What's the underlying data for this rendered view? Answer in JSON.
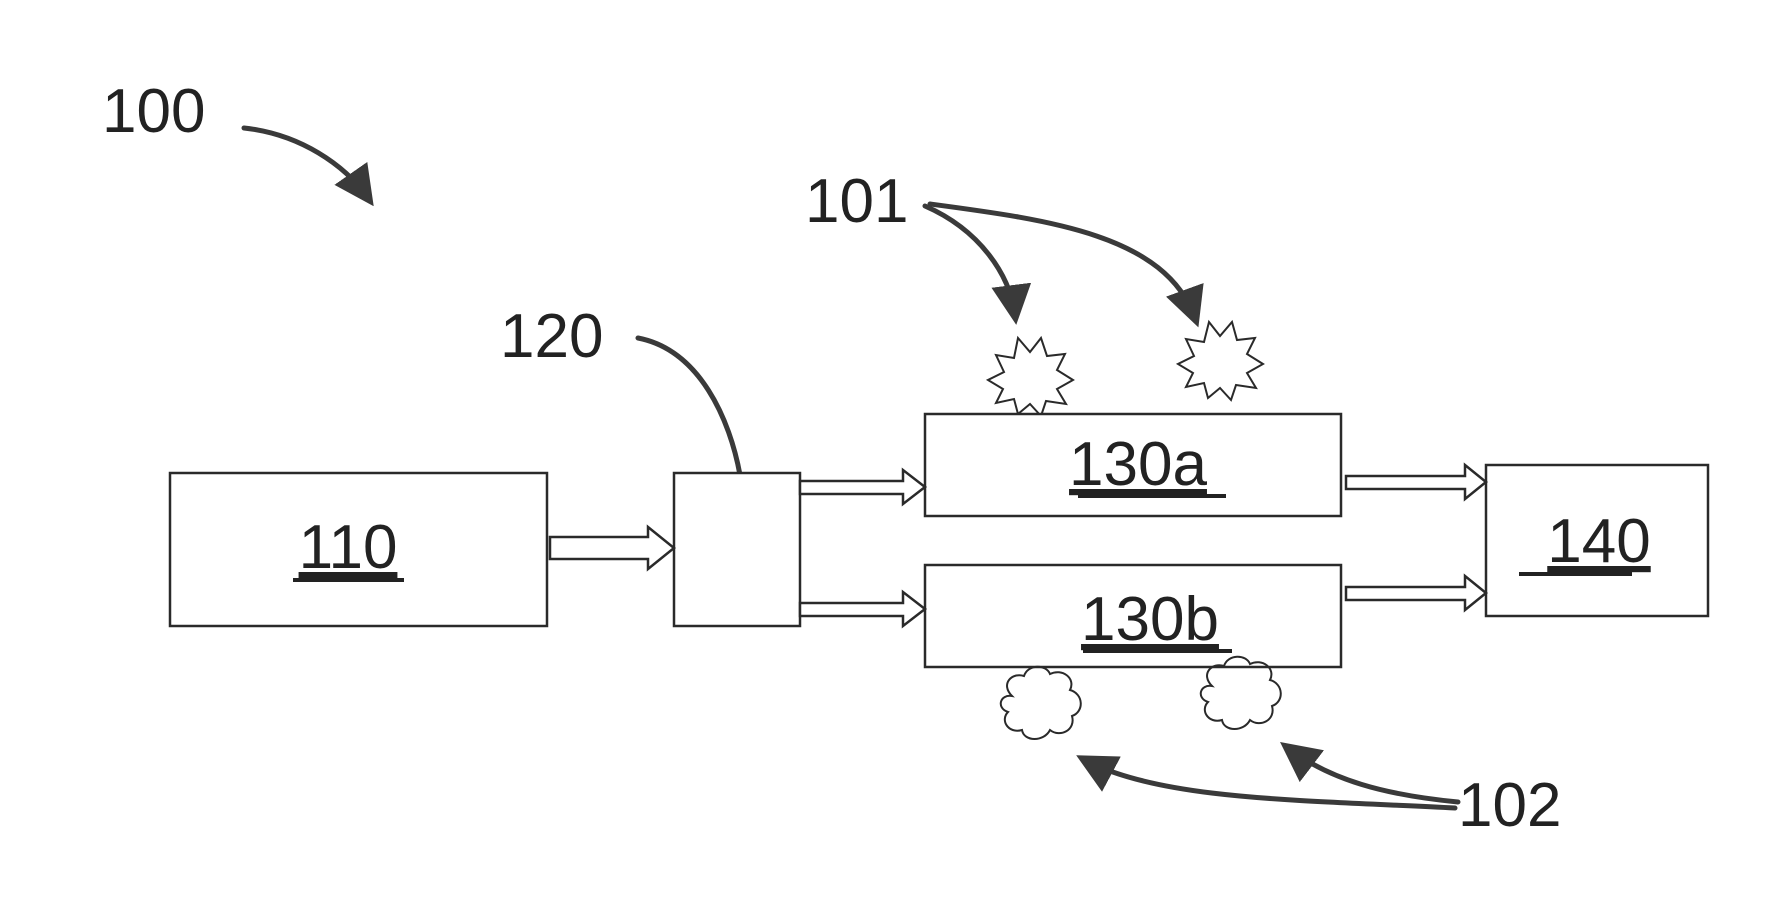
{
  "diagram": {
    "ref_labels": {
      "system": "100",
      "emissions_above": "101",
      "emissions_below": "102",
      "splitter": "120"
    },
    "boxes": {
      "box_110": "110",
      "box_130a": "130a",
      "box_130b": "130b",
      "box_140": "140"
    },
    "colors": {
      "line": "#2a2a2a",
      "leader": "#3a3a3a",
      "background": "#ffffff"
    }
  }
}
